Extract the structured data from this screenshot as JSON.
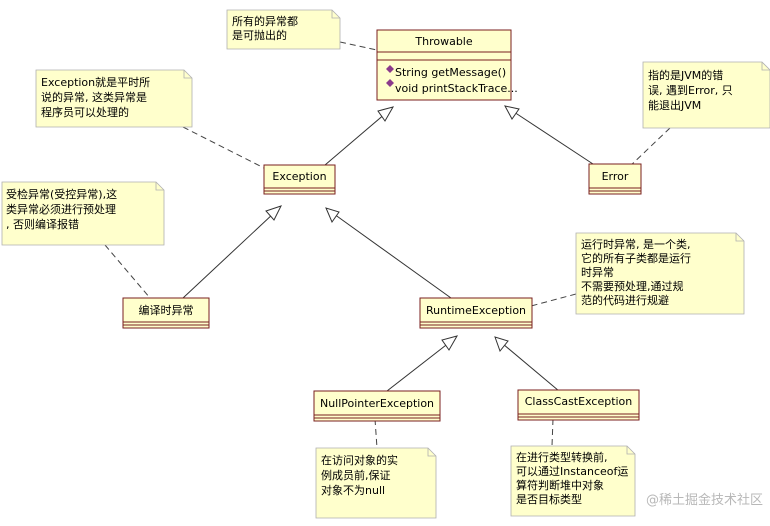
{
  "classes": {
    "throwable": "Throwable",
    "exception": "Exception",
    "error": "Error",
    "checked": "编译时异常",
    "runtime": "RuntimeException",
    "npe": "NullPointerException",
    "cce": "ClassCastException"
  },
  "methods": [
    "String getMessage()",
    "void printStackTrace..."
  ],
  "notes": {
    "throwable": [
      "所有的异常都",
      "是可抛出的"
    ],
    "exception": [
      "Exception就是平时所",
      "说的异常, 这类异常是",
      "程序员可以处理的"
    ],
    "error": [
      "指的是JVM的错",
      "误, 遇到Error, 只",
      "能退出JVM"
    ],
    "checked": [
      "受检异常(受控异常),这",
      "类异常必须进行预处理",
      ", 否则编译报错"
    ],
    "runtime": [
      "运行时异常, 是一个类,",
      "它的所有子类都是运行",
      "时异常",
      "不需要预处理,通过规",
      "范的代码进行规避"
    ],
    "npe": [
      "在访问对象的实",
      "例成员前,保证",
      "对象不为null"
    ],
    "cce": [
      "在进行类型转换前,",
      "可以通过Instanceof运",
      "算符判断堆中对象",
      "是否目标类型"
    ]
  },
  "watermark": "@稀土掘金技术社区",
  "colors": {
    "fill": "#ffffcc",
    "stroke": "#7a1f1f",
    "line": "#333333",
    "method_icon": "#8b3a8b"
  }
}
